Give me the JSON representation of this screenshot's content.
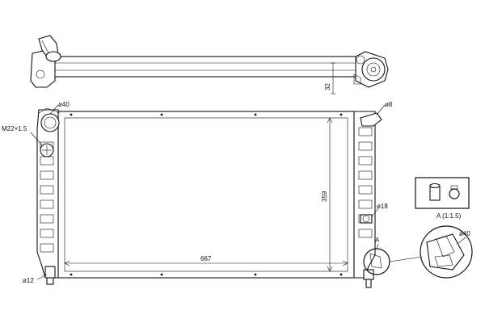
{
  "drawing": {
    "labels": {
      "thickness": "32",
      "top_left_pipe_dia": "ø40",
      "top_right_dia": "ø8",
      "thread": "M22×1.5",
      "height": "359",
      "width": "667",
      "bottom_left_dia": "ø12",
      "right_pipe_dia": "ø18",
      "detail_ref": "A",
      "detail_title": "A (1:1.5)",
      "detail_dia": "ø40"
    },
    "icons": {
      "inset": [
        "cylinder-icon",
        "clamp-ring-icon"
      ]
    }
  }
}
